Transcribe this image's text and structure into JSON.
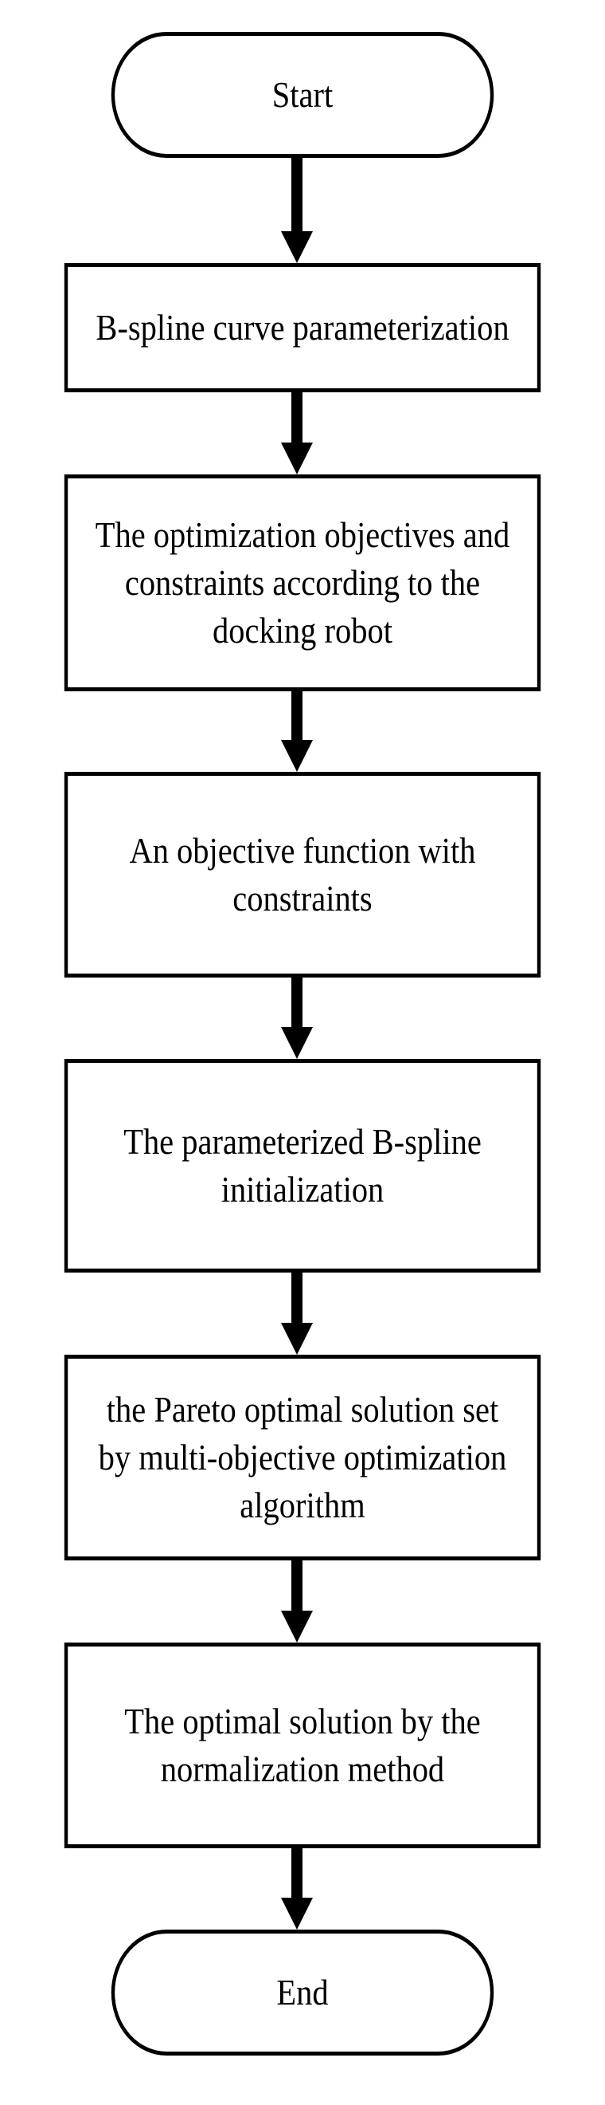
{
  "nodes": {
    "start": "Start",
    "step1": "B-spline curve parameterization",
    "step2": "The optimization objectives and\nconstraints  according to the\ndocking robot",
    "step3": "An objective function with\nconstraints",
    "step4": "The parameterized  B-spline\ninitialization",
    "step5": " the Pareto optimal solution set\nby multi-objective optimization\nalgorithm",
    "step6": "The optimal solution by the\nnormalization method",
    "end": "End"
  }
}
